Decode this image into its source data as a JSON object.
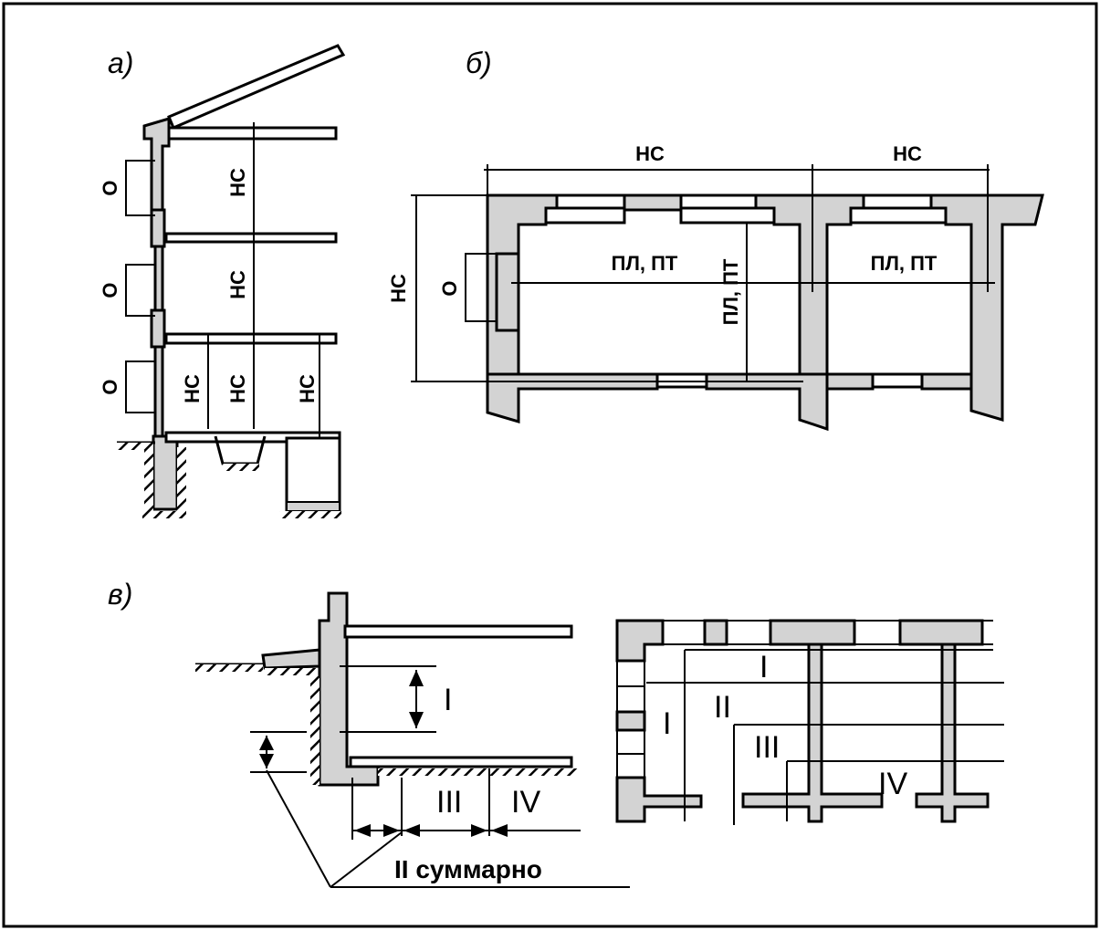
{
  "panels": {
    "a": {
      "letter": "а)",
      "window_label": "О",
      "wall_label": "НС"
    },
    "b": {
      "letter": "б)",
      "wall_label": "НС",
      "window_label": "О",
      "floor_label": "ПЛ, ПТ"
    },
    "c": {
      "letter": "в)",
      "zone_1": "I",
      "zone_2": "II",
      "zone_3": "III",
      "zone_4": "IV",
      "zone_2_total": "II суммарно"
    }
  },
  "colors": {
    "wall_fill": "#d3d3d3",
    "ink": "#000000",
    "background": "#ffffff"
  }
}
